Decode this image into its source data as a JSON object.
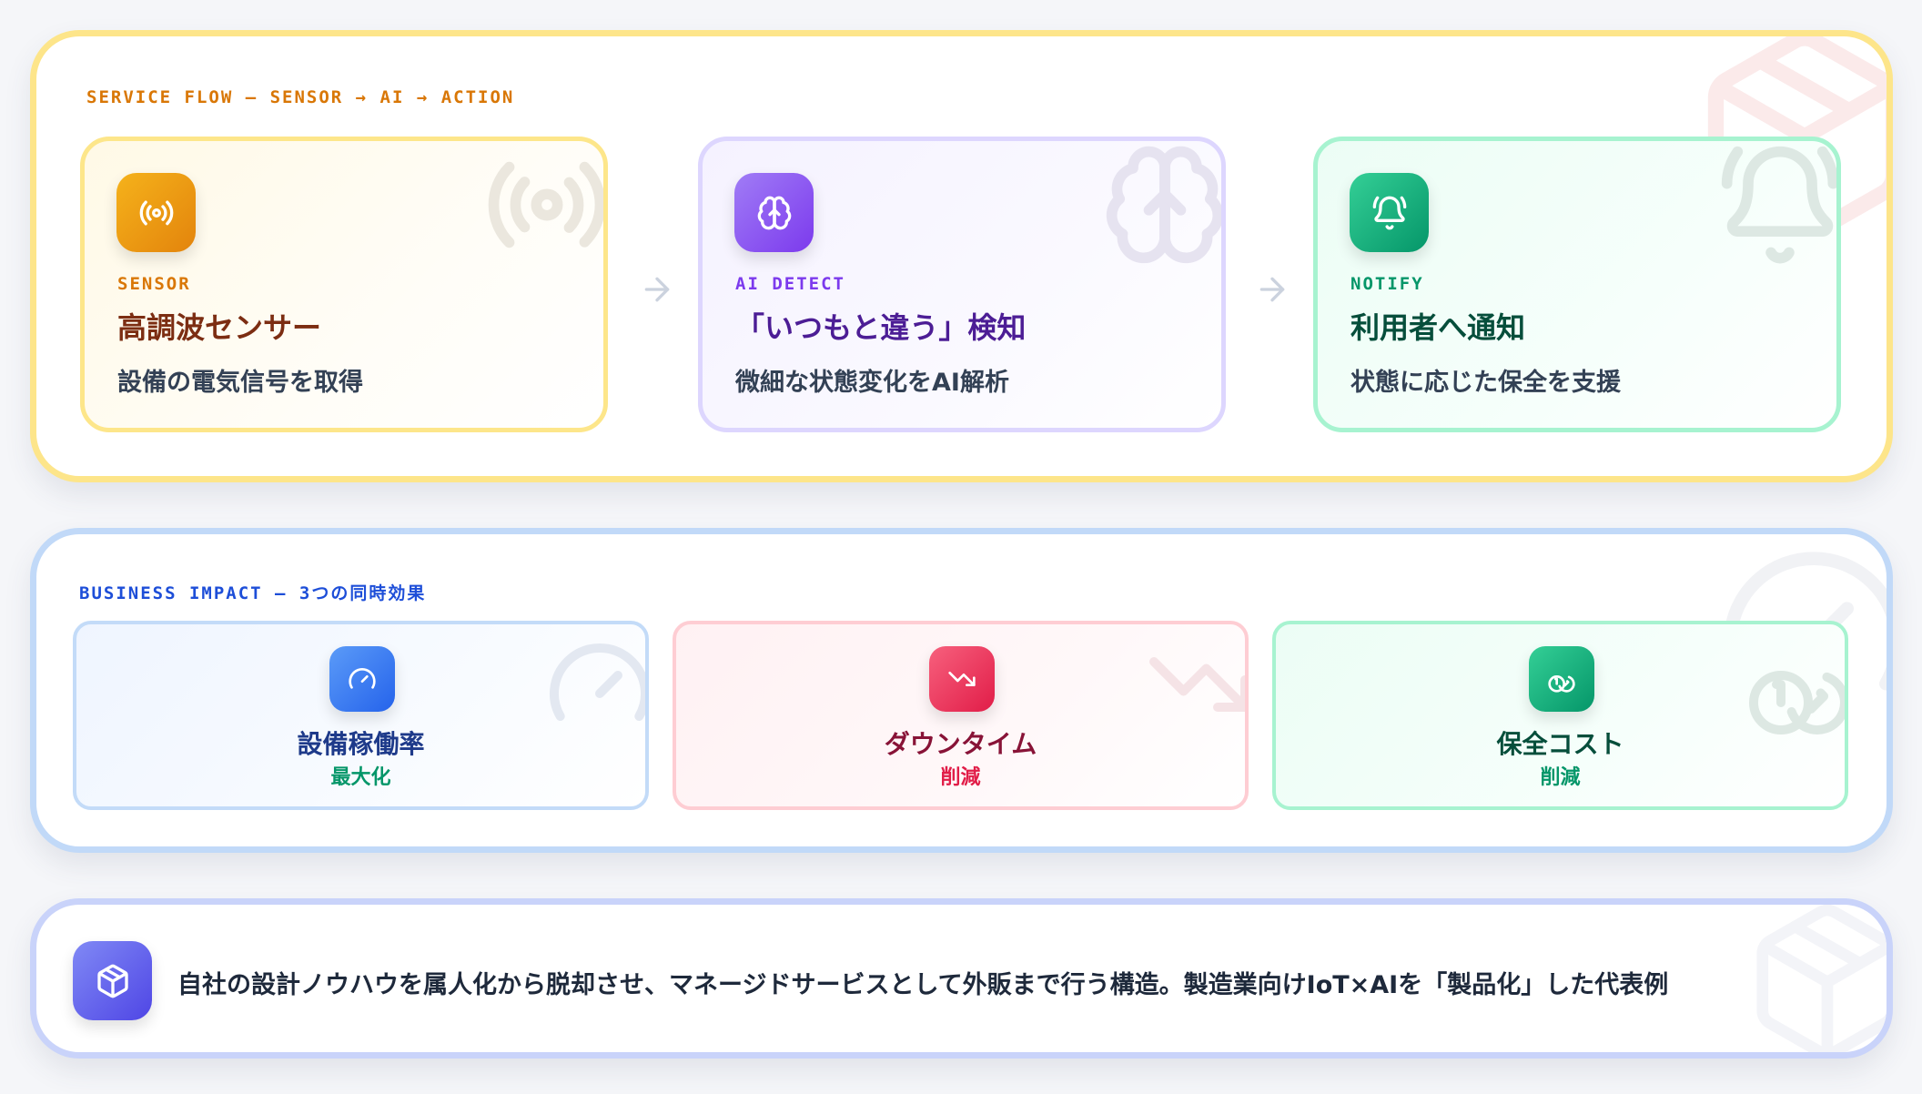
{
  "service_flow": {
    "label": "SERVICE FLOW — SENSOR → AI → ACTION",
    "cards": [
      {
        "tag": "SENSOR",
        "title": "高調波センサー",
        "description": "設備の電気信号を取得",
        "icon": "broadcast-signal-icon",
        "accent": "#f59e0b"
      },
      {
        "tag": "AI DETECT",
        "title": "「いつもと違う」検知",
        "description": "微細な状態変化をAI解析",
        "icon": "brain-icon",
        "accent": "#8b5cf6"
      },
      {
        "tag": "NOTIFY",
        "title": "利用者へ通知",
        "description": "状態に応じた保全を支援",
        "icon": "bell-ring-icon",
        "accent": "#10b981"
      }
    ],
    "arrows": [
      "arrow-right-icon",
      "arrow-right-icon"
    ]
  },
  "business_impact": {
    "label": "BUSINESS IMPACT — 3つの同時効果",
    "cards": [
      {
        "title": "設備稼働率",
        "subtitle": "最大化",
        "icon": "gauge-icon",
        "accent": "#3b82f6"
      },
      {
        "title": "ダウンタイム",
        "subtitle": "削減",
        "icon": "trending-down-icon",
        "accent": "#f43f5e"
      },
      {
        "title": "保全コスト",
        "subtitle": "削減",
        "icon": "coins-icon",
        "accent": "#10b981"
      }
    ]
  },
  "summary": {
    "icon": "package-icon",
    "text": "自社の設計ノウハウを属人化から脱却させ、マネージドサービスとして外販まで行う構造。製造業向けIoT×AIを「製品化」した代表例"
  }
}
